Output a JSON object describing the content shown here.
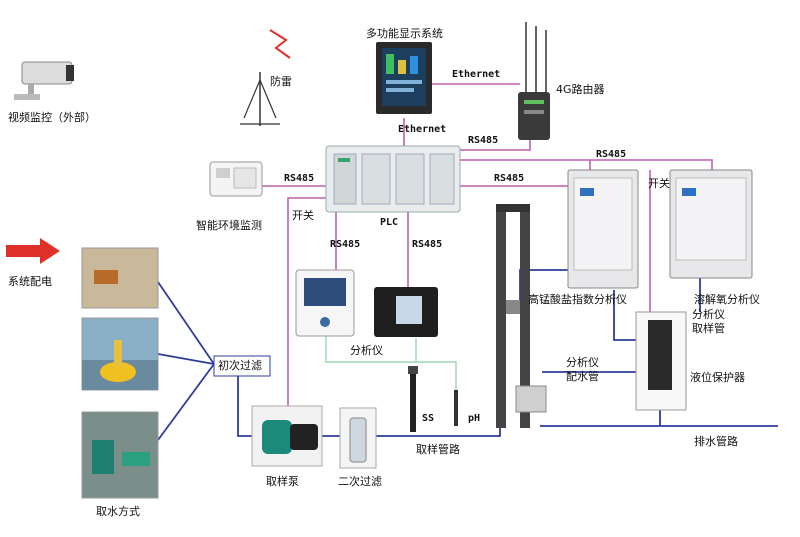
{
  "labels": {
    "video_monitor": "视频监控（外部）",
    "lightning": "防雷",
    "display_system": "多功能显示系统",
    "ethernet_top": "Ethernet",
    "router_4g": "4G路由器",
    "ethernet_plc": "Ethernet",
    "rs485_router": "RS485",
    "rs485_env": "RS485",
    "env_monitor": "智能环境监测",
    "switch_left": "开关",
    "plc": "PLC",
    "rs485_top_right": "RS485",
    "rs485_right": "RS485",
    "switch_right": "开关",
    "rs485_analyzer1": "RS485",
    "rs485_analyzer2": "RS485",
    "power_supply": "系统配电",
    "analyzer": "分析仪",
    "cod_analyzer": "高锰酸盐指数分析仪",
    "do_analyzer": "溶解氧分析仪",
    "sampling_tube": "分析仪\n取样管",
    "primary_filter": "初次过滤",
    "analyzer_water_pipe": "分析仪\n配水管",
    "level_protector": "液位保护器",
    "ss": "SS",
    "ph": "pH",
    "sampling_pipe": "取样管路",
    "drain_pipe": "排水管路",
    "sampling_pump": "取样泵",
    "secondary_filter": "二次过滤",
    "water_intake": "取水方式"
  },
  "colors": {
    "signal_line": "#c060b0",
    "water_line": "#2f3d9a",
    "feed_line": "#9bd6b0",
    "arrow": "#e0302a"
  }
}
